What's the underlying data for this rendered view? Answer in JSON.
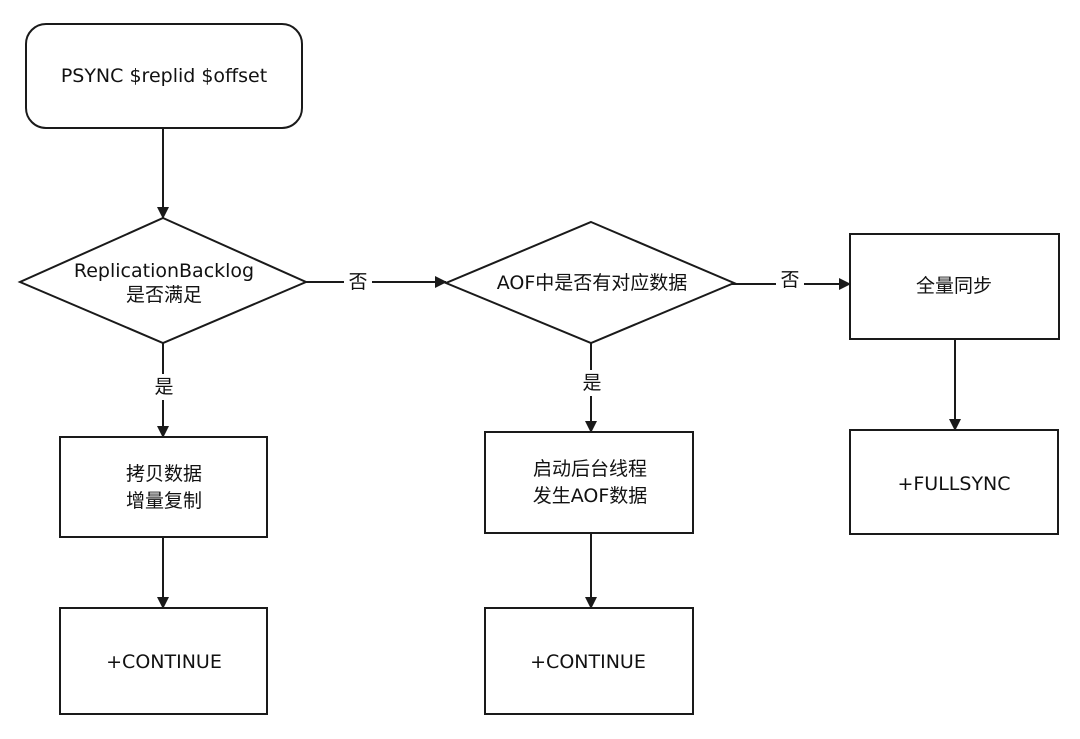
{
  "colors": {
    "stroke": "#1a1a1a",
    "fill": "#ffffff",
    "text": "#111111"
  },
  "nodes": {
    "start": {
      "lines": [
        "PSYNC $replid $offset"
      ]
    },
    "decision_backlog": {
      "lines": [
        "ReplicationBacklog",
        "是否满足"
      ]
    },
    "decision_aof": {
      "lines": [
        "AOF中是否有对应数据"
      ]
    },
    "full_sync": {
      "lines": [
        "全量同步"
      ]
    },
    "copy_data": {
      "lines": [
        "拷贝数据",
        "增量复制"
      ]
    },
    "bg_thread": {
      "lines": [
        "启动后台线程",
        "发生AOF数据"
      ]
    },
    "fullsync_reply": {
      "lines": [
        "+FULLSYNC"
      ]
    },
    "continue_1": {
      "lines": [
        "+CONTINUE"
      ]
    },
    "continue_2": {
      "lines": [
        "+CONTINUE"
      ]
    }
  },
  "edges": {
    "backlog_no": "否",
    "backlog_yes": "是",
    "aof_no": "否",
    "aof_yes": "是"
  }
}
